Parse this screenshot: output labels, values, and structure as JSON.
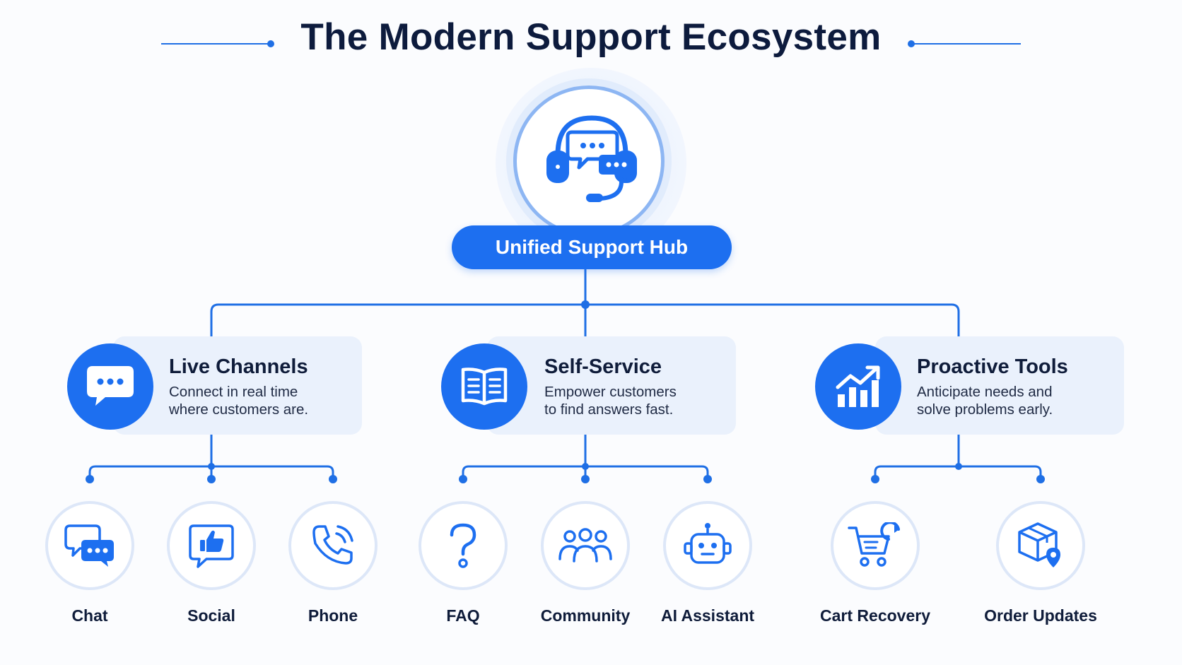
{
  "title": "The Modern Support Ecosystem",
  "hub": {
    "label": "Unified Support Hub",
    "icon": "headset-chat-icon"
  },
  "categories": [
    {
      "title": "Live Channels",
      "description": "Connect in real time\nwhere customers are.",
      "icon": "chat-bubble-icon",
      "items": [
        {
          "label": "Chat",
          "icon": "chat-bubbles-icon"
        },
        {
          "label": "Social",
          "icon": "thumbs-up-icon"
        },
        {
          "label": "Phone",
          "icon": "phone-icon"
        }
      ]
    },
    {
      "title": "Self-Service",
      "description": "Empower customers\nto find answers fast.",
      "icon": "open-book-icon",
      "items": [
        {
          "label": "FAQ",
          "icon": "question-mark-icon"
        },
        {
          "label": "Community",
          "icon": "people-group-icon"
        },
        {
          "label": "AI Assistant",
          "icon": "robot-icon"
        }
      ]
    },
    {
      "title": "Proactive Tools",
      "description": "Anticipate needs and\nsolve problems early.",
      "icon": "growth-chart-icon",
      "items": [
        {
          "label": "Cart Recovery",
          "icon": "cart-refresh-icon"
        },
        {
          "label": "Order Updates",
          "icon": "package-location-icon"
        }
      ]
    }
  ],
  "colors": {
    "accent": "#1d6ff0",
    "line": "#1f6fe5",
    "card": "#eaf1fc",
    "text": "#0f1c3a"
  }
}
